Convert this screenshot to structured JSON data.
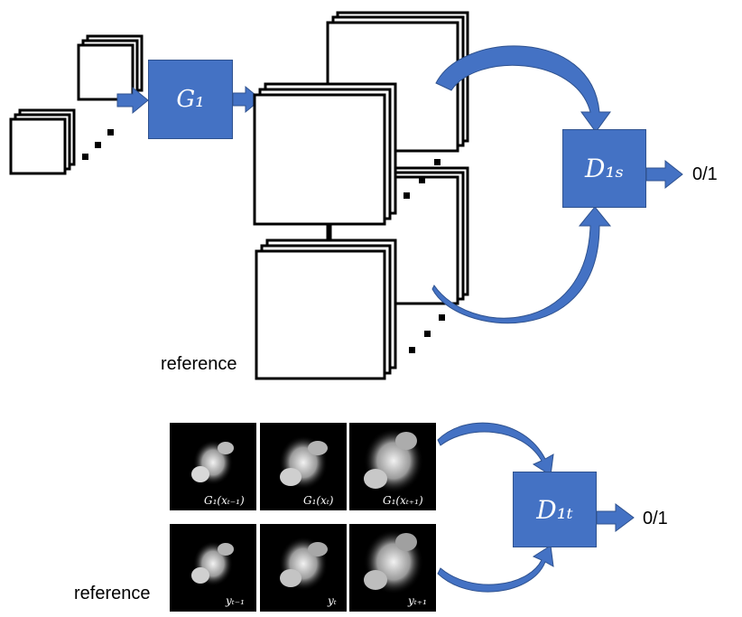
{
  "labels": {
    "generator": "G₁",
    "disc_spatial": "D₁ₛ",
    "disc_temporal": "D₁ₜ",
    "output_spatial": "0/1",
    "output_temporal": "0/1",
    "reference_top": "reference",
    "reference_bottom": "reference"
  },
  "frames": {
    "generated": [
      "G₁(xₜ₋₁)",
      "G₁(xₜ)",
      "G₁(xₜ₊₁)"
    ],
    "reference": [
      "yₜ₋₁",
      "yₜ",
      "yₜ₊₁"
    ]
  },
  "colors": {
    "block": "#4472c4",
    "block_border": "#2f528f",
    "stroke": "#000000",
    "frame_bg": "#000000"
  }
}
